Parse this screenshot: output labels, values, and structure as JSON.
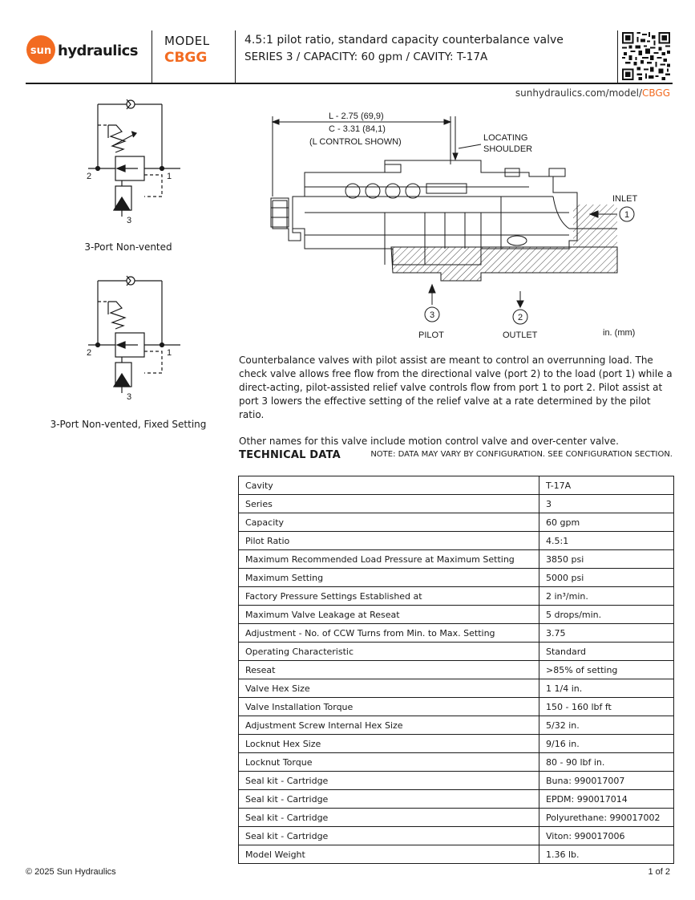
{
  "header": {
    "brand": "sun hydraulics",
    "brand_sun": "sun",
    "brand_rest": "hydraulics",
    "model_label": "MODEL",
    "model_code": "CBGG",
    "title": "4.5:1 pilot ratio, standard capacity counterbalance valve",
    "series_line": "SERIES 3 / CAPACITY: 60 gpm / CAVITY: T-17A",
    "url_prefix": "sunhydraulics.com/model/",
    "url_model": "CBGG",
    "accent_color": "#f26b21"
  },
  "symbols": [
    {
      "caption": "3-Port Non-vented",
      "port_left": "2",
      "port_right": "1",
      "port_bottom": "3"
    },
    {
      "caption": "3-Port Non-vented, Fixed Setting",
      "port_left": "2",
      "port_right": "1",
      "port_bottom": "3"
    }
  ],
  "drawing": {
    "dim_l": "L - 2.75 (69,9)",
    "dim_c": "C - 3.31 (84,1)",
    "dim_note": "(L CONTROL SHOWN)",
    "locating": "LOCATING",
    "shoulder": "SHOULDER",
    "inlet": "INLET",
    "inlet_num": "1",
    "pilot": "PILOT",
    "pilot_num": "3",
    "outlet": "OUTLET",
    "outlet_num": "2",
    "units": "in. (mm)"
  },
  "description": [
    "Counterbalance valves with pilot assist are meant to control an overrunning load. The check valve allows free flow from the directional valve (port 2) to the load (port 1) while a direct-acting, pilot-assisted relief valve controls flow from port 1 to port 2. Pilot assist at port 3 lowers the effective setting of the relief valve at a rate determined by the pilot ratio.",
    "Other names for this valve include motion control valve and over-center valve."
  ],
  "technical_data": {
    "title": "TECHNICAL DATA",
    "note": "NOTE: DATA MAY VARY BY CONFIGURATION. SEE CONFIGURATION SECTION.",
    "rows": [
      {
        "k": "Cavity",
        "v": "T-17A"
      },
      {
        "k": "Series",
        "v": "3"
      },
      {
        "k": "Capacity",
        "v": "60 gpm"
      },
      {
        "k": "Pilot Ratio",
        "v": "4.5:1"
      },
      {
        "k": "Maximum Recommended Load Pressure at Maximum Setting",
        "v": "3850 psi"
      },
      {
        "k": "Maximum Setting",
        "v": "5000 psi"
      },
      {
        "k": "Factory Pressure Settings Established at",
        "v": "2 in³/min."
      },
      {
        "k": "Maximum Valve Leakage at Reseat",
        "v": "5 drops/min."
      },
      {
        "k": "Adjustment - No. of CCW Turns from Min. to Max. Setting",
        "v": "3.75"
      },
      {
        "k": "Operating Characteristic",
        "v": "Standard"
      },
      {
        "k": "Reseat",
        "v": ">85% of setting"
      },
      {
        "k": "Valve Hex Size",
        "v": "1 1/4 in."
      },
      {
        "k": "Valve Installation Torque",
        "v": "150 - 160 lbf ft"
      },
      {
        "k": "Adjustment Screw Internal Hex Size",
        "v": "5/32 in."
      },
      {
        "k": "Locknut Hex Size",
        "v": "9/16 in."
      },
      {
        "k": "Locknut Torque",
        "v": "80 - 90 lbf in."
      },
      {
        "k": "Seal kit - Cartridge",
        "v": "Buna: 990017007"
      },
      {
        "k": "Seal kit - Cartridge",
        "v": "EPDM: 990017014"
      },
      {
        "k": "Seal kit - Cartridge",
        "v": "Polyurethane: 990017002"
      },
      {
        "k": "Seal kit - Cartridge",
        "v": "Viton: 990017006"
      },
      {
        "k": "Model Weight",
        "v": "1.36 lb."
      }
    ]
  },
  "footer": {
    "copyright": "© 2025 Sun Hydraulics",
    "page": "1 of 2"
  }
}
